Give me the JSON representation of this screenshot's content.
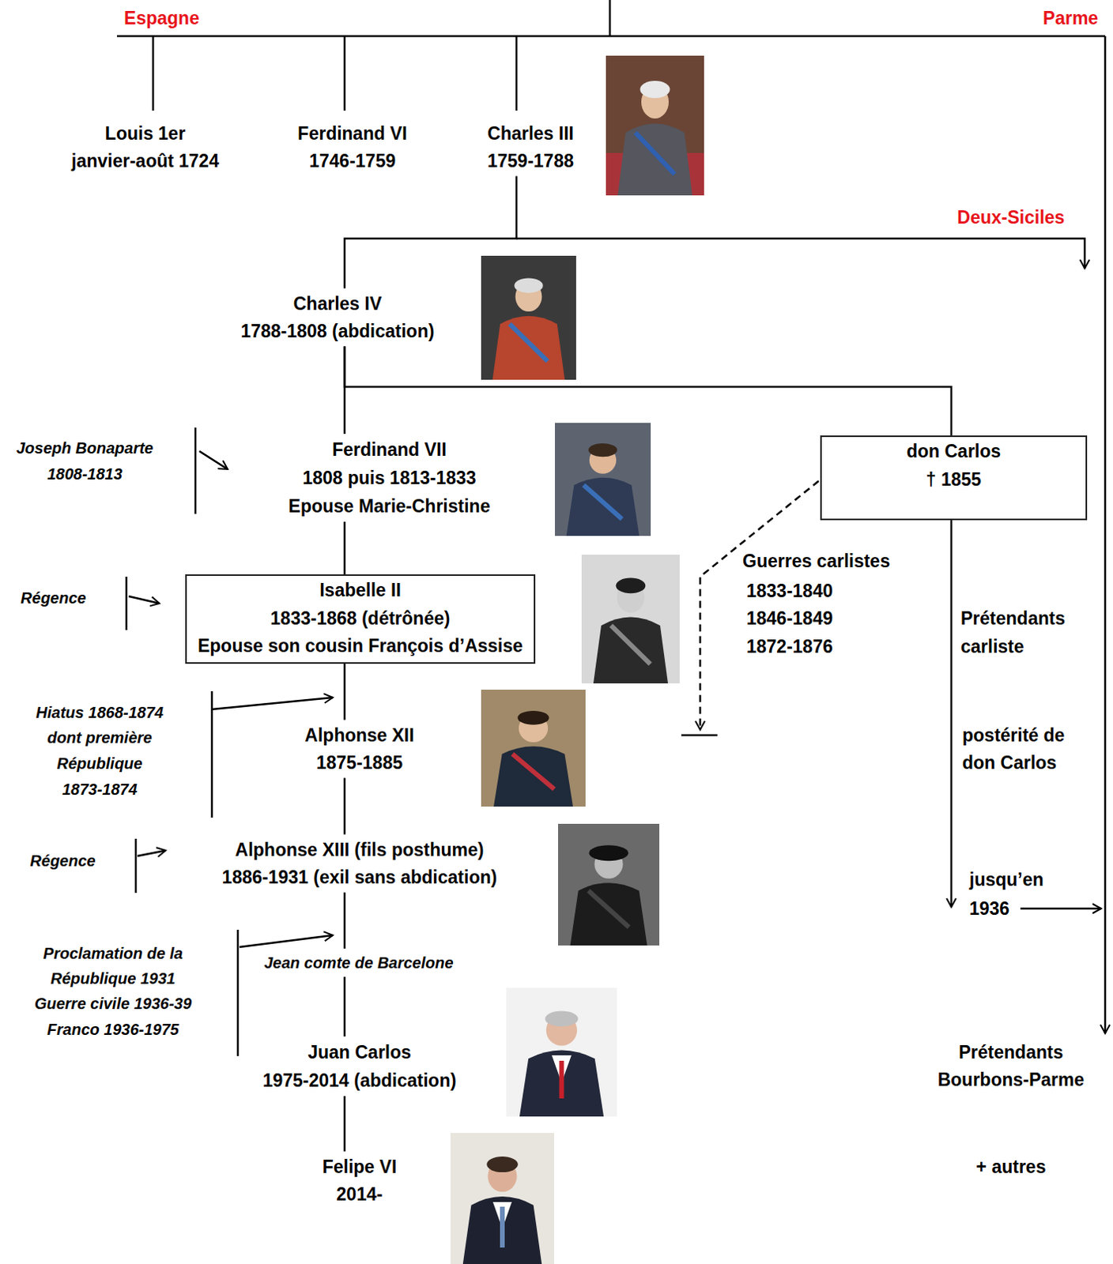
{
  "diagram": {
    "nodes": [
      {
        "text": [
          "Louis 1er",
          "janvier-août 1724"
        ]
      },
      {
        "text": [
          "Ferdinand VI",
          "1746-1759"
        ]
      },
      {
        "text": [
          "Charles III",
          "1759-1788"
        ]
      },
      {
        "text": [
          "Charles IV",
          "1788-1808 (abdication)"
        ]
      },
      {
        "text": [
          "Ferdinand VII",
          "1808 puis 1813-1833",
          "Epouse Marie-Christine"
        ]
      },
      {
        "text": [
          "don Carlos",
          "† 1855"
        ]
      },
      {
        "text": [
          "Isabelle II",
          "1833-1868 (détrônée)",
          "Epouse son cousin François d’Assise"
        ]
      },
      {
        "text": [
          "Alphonse XII",
          "1875-1885"
        ]
      },
      {
        "text": [
          "Alphonse XIII (fils posthume)",
          "1886-1931 (exil sans abdication)"
        ]
      },
      {
        "text": [
          "Jean comte de Barcelone"
        ]
      },
      {
        "text": [
          "Juan Carlos",
          "1975-2014 (abdication)"
        ]
      },
      {
        "text": [
          "Prétendants Bourbons-Parme"
        ]
      },
      {
        "text": [
          "Felipe VI",
          "2014-"
        ]
      }
    ],
    "edges": [
      {
        "from": 2,
        "to": 3,
        "arrow": "none"
      },
      {
        "from": 3,
        "to": 4,
        "arrow": "none"
      },
      {
        "from": 3,
        "to": 5,
        "arrow": "none"
      },
      {
        "from": 4,
        "to": 6,
        "arrow": "none"
      },
      {
        "from": 6,
        "to": 7,
        "arrow": "none"
      },
      {
        "from": 7,
        "to": 8,
        "arrow": "none"
      },
      {
        "from": 8,
        "to": 9,
        "arrow": "none"
      },
      {
        "from": 9,
        "to": 10,
        "arrow": "none"
      },
      {
        "from": 10,
        "to": 12,
        "arrow": "none"
      }
    ],
    "labels": [
      "Espagne",
      "Parme",
      "Deux-Siciles",
      "Joseph Bonaparte 1808-1813",
      "Guerres carlistes",
      "1833-1840",
      "1846-1849",
      "1872-1876",
      "Régence",
      "Prétendants carliste",
      "Hiatus 1868-1874 dont première République 1873-1874",
      "postérité de don Carlos",
      "Régence",
      "jusqu’en 1936",
      "Proclamation de la République 1931 Guerre civile 1936-39 Franco 1936-1975",
      "+ autres"
    ]
  }
}
